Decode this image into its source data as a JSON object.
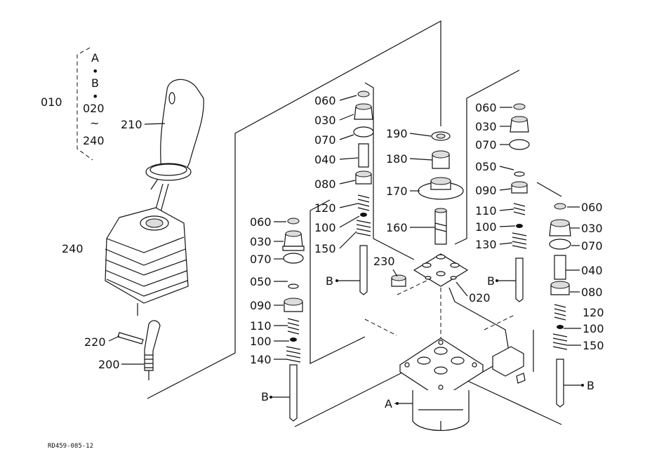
{
  "drawing_code": "RD459-085-12",
  "set_group": {
    "number": "010",
    "items": [
      "A",
      "B",
      "020",
      "240"
    ],
    "separator": "•",
    "range": "~"
  },
  "labels": {
    "p210": "210",
    "p240": "240",
    "p220": "220",
    "p200": "200",
    "p060a": "060",
    "p030a": "030",
    "p070a": "070",
    "p050a": "050",
    "p090a": "090",
    "p110a": "110",
    "p100a": "100",
    "p140": "140",
    "pBa": "B",
    "p060b": "060",
    "p030b": "030",
    "p070b": "070",
    "p040b": "040",
    "p080b": "080",
    "p120b": "120",
    "p100b": "100",
    "p150b": "150",
    "pBb": "B",
    "p190": "190",
    "p180": "180",
    "p170": "170",
    "p160": "160",
    "p230": "230",
    "p020": "020",
    "p060c": "060",
    "p030c": "030",
    "p070c": "070",
    "p050c": "050",
    "p090c": "090",
    "p110c": "110",
    "p100c": "100",
    "p130": "130",
    "pBc": "B",
    "p060d": "060",
    "p030d": "030",
    "p070d": "070",
    "p040d": "040",
    "p080d": "080",
    "p120d": "120",
    "p100d": "100",
    "p150d": "150",
    "pBd": "B",
    "pA": "A"
  }
}
